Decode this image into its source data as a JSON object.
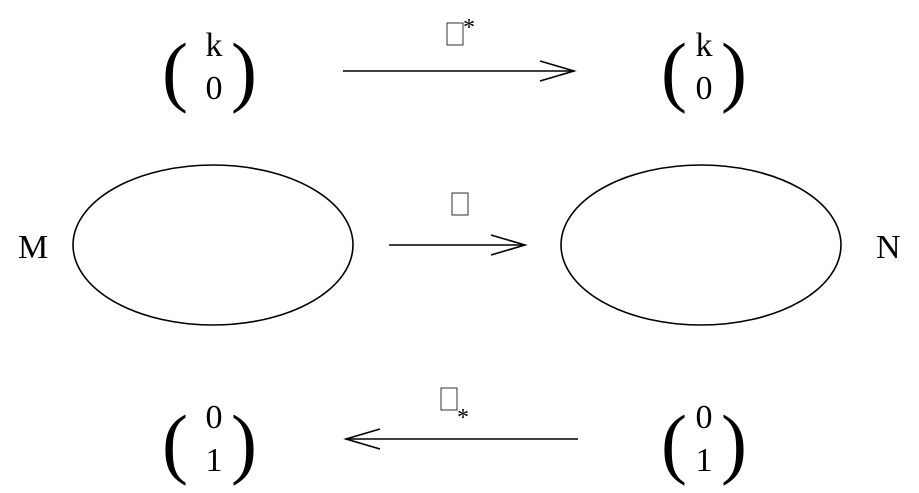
{
  "labels": {
    "left_space": "M",
    "right_space": "N"
  },
  "tensors": {
    "top_left": {
      "upper": "k",
      "lower": "0"
    },
    "top_right": {
      "upper": "k",
      "lower": "0"
    },
    "bottom_left": {
      "upper": "0",
      "lower": "1"
    },
    "bottom_right": {
      "upper": "0",
      "lower": "1"
    }
  },
  "maps": {
    "pullback": {
      "symbol": "□",
      "marker": "*",
      "direction": "right"
    },
    "map": {
      "symbol": "□",
      "direction": "right"
    },
    "pushforward": {
      "symbol": "□",
      "marker": "*",
      "direction": "left"
    }
  },
  "colors": {
    "stroke": "#000000",
    "background": "#ffffff"
  }
}
